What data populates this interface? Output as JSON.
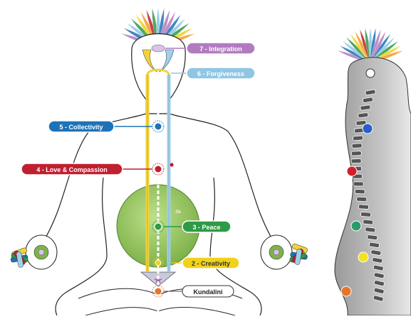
{
  "chakras": {
    "c7": {
      "label": "7 - Integration",
      "color": "#b27bc0"
    },
    "c6": {
      "label": "6 - Forgiveness",
      "color": "#8fc6e3"
    },
    "c5": {
      "label": "5 - Collectivity",
      "color": "#1e73b8"
    },
    "c4": {
      "label": "4 - Love & Compassion",
      "color": "#c01f2f"
    },
    "c3": {
      "label": "3 - Peace",
      "color": "#2e9a46"
    },
    "c2": {
      "label": "2 - Creativity",
      "color": "#f0d11c"
    },
    "c1": {
      "label": "Kundalini",
      "color": "#ffffff"
    }
  },
  "void_mark": "3a",
  "channels": {
    "left": "#f2d23a",
    "center": "#ffffff",
    "right": "#9fd1ec"
  },
  "spine_dots": [
    {
      "color": "#ffffff"
    },
    {
      "color": "#2a5fc9"
    },
    {
      "color": "#d4202a"
    },
    {
      "color": "#2e9a6a"
    },
    {
      "color": "#f4e21c"
    },
    {
      "color": "#e8742a"
    }
  ]
}
